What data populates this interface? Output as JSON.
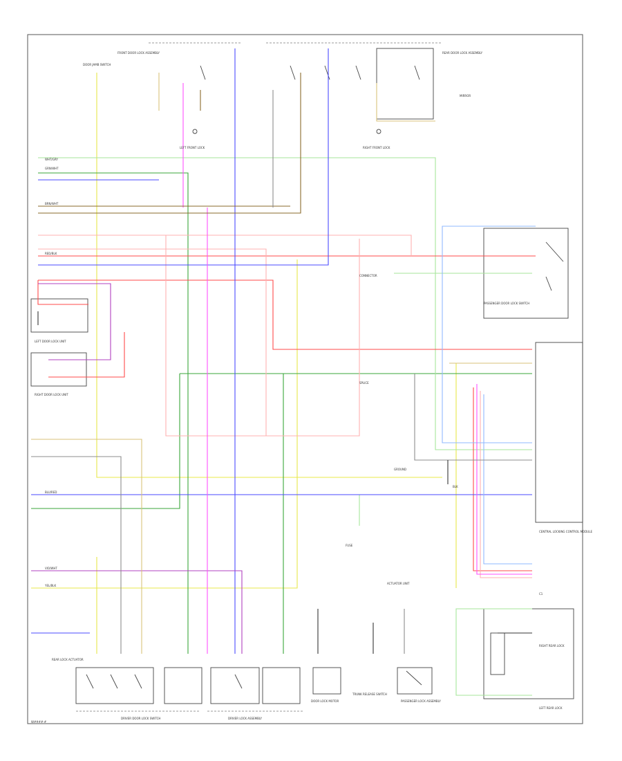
{
  "colors": {
    "white": "#d8d8d8",
    "yellow": "#e8e84a",
    "green": "#3aa63a",
    "light_green": "#a6e69a",
    "red": "#ff4a4a",
    "pink": "#ffb0b0",
    "blue": "#4a4aff",
    "light_blue": "#8fb8ff",
    "violet": "#b040c0",
    "magenta": "#ff50ff",
    "brown": "#8a6a2a",
    "tan": "#d8c27a",
    "gray": "#8c8c8c",
    "black": "#333333",
    "frame": "#555555"
  },
  "diagram": {
    "page_code": "W####-#",
    "labels": {
      "front_door_lock": "FRONT DOOR LOCK ASSEMBLY",
      "door_jamb": "DOOR JAMB SWITCH",
      "left_front": "LEFT FRONT LOCK",
      "rear_door_lock": "REAR DOOR LOCK ASSEMBLY",
      "right_front_lock": "RIGHT FRONT LOCK",
      "passenger_door": "PASSENGER DOOR LOCK SWITCH",
      "left_door": "LEFT DOOR LOCK UNIT",
      "right_door": "RIGHT DOOR LOCK UNIT",
      "driver_switch": "DRIVER DOOR LOCK SWITCH",
      "central_module": "CENTRAL LOCKING CONTROL MODULE",
      "ground": "GROUND",
      "splice": "SPLICE",
      "connector": "CONNECTOR",
      "fuse": "FUSE",
      "rear_lock_actuator": "REAR LOCK ACTUATOR",
      "right_rear_lock": "RIGHT REAR LOCK",
      "left_rear_lock": "LEFT REAR LOCK",
      "actuator_unit": "ACTUATOR UNIT",
      "trunk_release": "TRUNK RELEASE SWITCH",
      "door_lock_motor": "DOOR LOCK MOTOR",
      "passenger_assembly": "PASSENGER LOCK ASSEMBLY",
      "driver_assembly": "DRIVER LOCK ASSEMBLY",
      "mirror": "MIRROR",
      "wire_wht": "WHT/GRY",
      "wire_grn": "GRN/WHT",
      "wire_red": "RED/BLK",
      "wire_blu": "BLU/RED",
      "wire_yel": "YEL/BLK",
      "wire_brn": "BRN/WHT",
      "wire_vio": "VIO/WHT",
      "wire_blk": "BLK",
      "pin": "C1"
    }
  }
}
